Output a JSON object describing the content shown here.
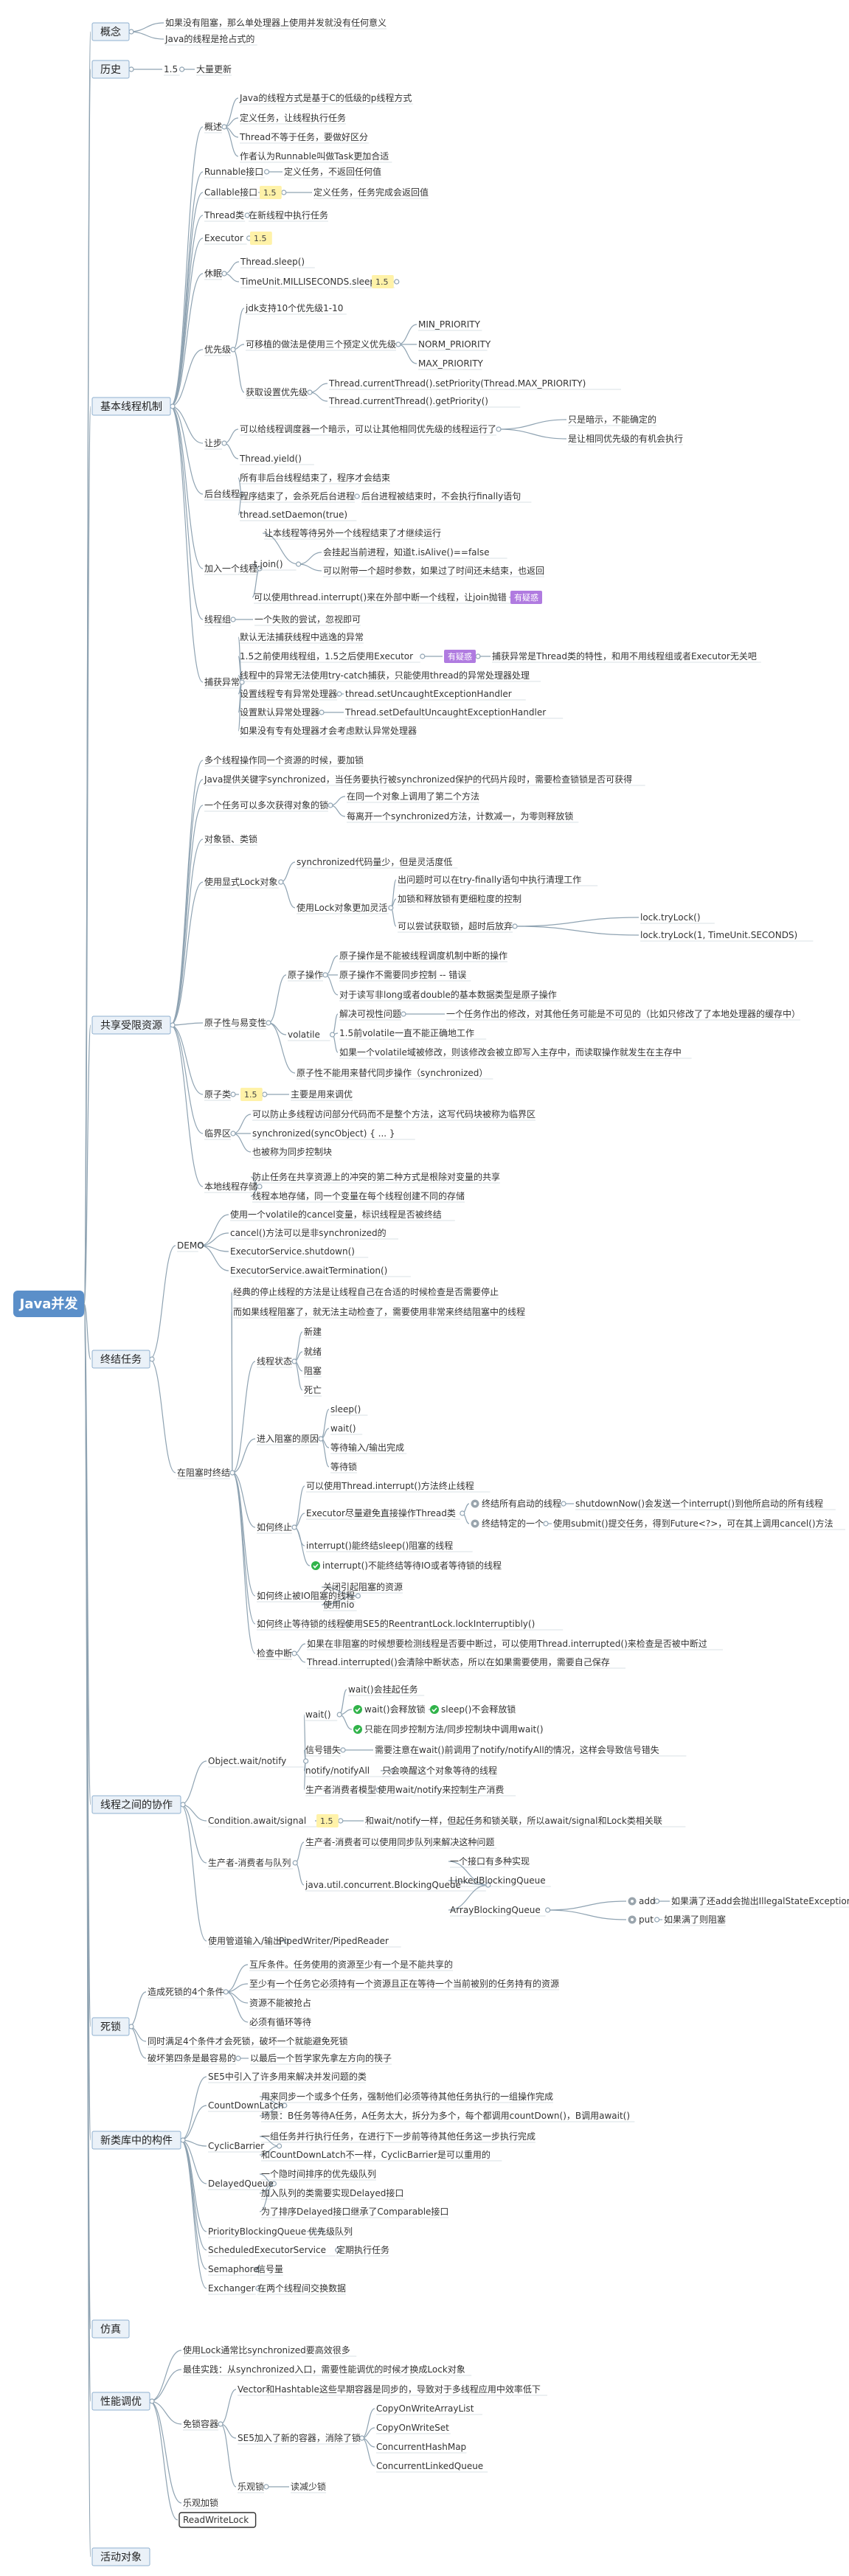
{
  "root": "Java并发",
  "nodes": [
    {
      "id": "n0",
      "text": "概念",
      "parent": null,
      "kind": "category"
    },
    {
      "id": "n1",
      "text": "如果没有阻塞，那么单处理器上使用并发就没有任何意义",
      "parent": "n0"
    },
    {
      "id": "n2",
      "text": "Java的线程是抢占式的",
      "parent": "n0"
    },
    {
      "id": "n3",
      "text": "历史",
      "parent": null,
      "kind": "category"
    },
    {
      "id": "n4",
      "text": "1.5",
      "parent": "n3"
    },
    {
      "id": "n5",
      "text": "大量更新",
      "parent": "n4"
    },
    {
      "id": "n6",
      "text": "基本线程机制",
      "parent": null,
      "kind": "category"
    },
    {
      "id": "n7",
      "text": "概述",
      "parent": "n6"
    },
    {
      "id": "n8",
      "text": "Java的线程方式是基于C的低级的p线程方式",
      "parent": "n7"
    },
    {
      "id": "n9",
      "text": "定义任务，让线程执行任务",
      "parent": "n7"
    },
    {
      "id": "n10",
      "text": "Thread不等于任务，要做好区分",
      "parent": "n7"
    },
    {
      "id": "n11",
      "text": "作者认为Runnable叫做Task更加合适",
      "parent": "n7"
    },
    {
      "id": "n12",
      "text": "Runnable接口",
      "parent": "n6"
    },
    {
      "id": "n13",
      "text": "定义任务，不返回任何值",
      "parent": "n12"
    },
    {
      "id": "n14",
      "text": "Callable接口",
      "parent": "n6"
    },
    {
      "id": "n15",
      "text": "1.5",
      "parent": "n14",
      "kind": "badge"
    },
    {
      "id": "n16",
      "text": "定义任务，任务完成会返回值",
      "parent": "n15"
    },
    {
      "id": "n17",
      "text": "Thread类",
      "parent": "n6"
    },
    {
      "id": "n18",
      "text": "在新线程中执行任务",
      "parent": "n17"
    },
    {
      "id": "n19",
      "text": "Executor",
      "parent": "n6"
    },
    {
      "id": "n20",
      "text": "1.5",
      "parent": "n19",
      "kind": "badge"
    },
    {
      "id": "n21",
      "text": "休眠",
      "parent": "n6"
    },
    {
      "id": "n22",
      "text": "Thread.sleep()",
      "parent": "n21"
    },
    {
      "id": "n23",
      "text": "TimeUnit.MILLISECONDS.sleep()",
      "parent": "n21"
    },
    {
      "id": "n24",
      "text": "1.5",
      "parent": "n23",
      "kind": "badge"
    },
    {
      "id": "n25",
      "text": "优先级",
      "parent": "n6"
    },
    {
      "id": "n26",
      "text": "jdk支持10个优先级1-10",
      "parent": "n25"
    },
    {
      "id": "n27",
      "text": "可移植的做法是使用三个预定义优先级",
      "parent": "n25"
    },
    {
      "id": "n28",
      "text": "MIN_PRIORITY",
      "parent": "n27"
    },
    {
      "id": "n29",
      "text": "NORM_PRIORITY",
      "parent": "n27"
    },
    {
      "id": "n30",
      "text": "MAX_PRIORITY",
      "parent": "n27"
    },
    {
      "id": "n31",
      "text": "获取设置优先级",
      "parent": "n25"
    },
    {
      "id": "n32",
      "text": "Thread.currentThread().setPriority(Thread.MAX_PRIORITY)",
      "parent": "n31"
    },
    {
      "id": "n33",
      "text": "Thread.currentThread().getPriority()",
      "parent": "n31"
    },
    {
      "id": "n34",
      "text": "让步",
      "parent": "n6"
    },
    {
      "id": "n35",
      "text": "可以给线程调度器一个暗示，可以让其他相同优先级的线程运行了",
      "parent": "n34"
    },
    {
      "id": "n36",
      "text": "只是暗示，不能确定的",
      "parent": "n35"
    },
    {
      "id": "n37",
      "text": "是让相同优先级的有机会执行",
      "parent": "n35"
    },
    {
      "id": "n38",
      "text": "Thread.yield()",
      "parent": "n34"
    },
    {
      "id": "n39",
      "text": "后台线程",
      "parent": "n6"
    },
    {
      "id": "n40",
      "text": "所有非后台线程结束了，程序才会结束",
      "parent": "n39"
    },
    {
      "id": "n41",
      "text": "程序结束了，会杀死后台进程",
      "parent": "n39"
    },
    {
      "id": "n42",
      "text": "后台进程被结束时，不会执行finally语句",
      "parent": "n41"
    },
    {
      "id": "n43",
      "text": "thread.setDaemon(true)",
      "parent": "n39"
    },
    {
      "id": "n44",
      "text": "加入一个线程",
      "parent": "n6"
    },
    {
      "id": "n45",
      "text": "t.join()",
      "parent": "n44"
    },
    {
      "id": "n46",
      "text": "让本线程等待另外一个线程结束了才继续运行",
      "parent": "n45"
    },
    {
      "id": "n47",
      "text": "会挂起当前进程，知道t.isAlive()==false",
      "parent": "n45"
    },
    {
      "id": "n48",
      "text": "可以附带一个超时参数，如果过了时间还未结束，也返回",
      "parent": "n45"
    },
    {
      "id": "n49",
      "text": "可以使用thread.interrupt()来在外部中断一个线程，让join抛错",
      "parent": "n44"
    },
    {
      "id": "n50",
      "text": "有疑惑",
      "parent": "n49",
      "kind": "tag"
    },
    {
      "id": "n51",
      "text": "线程组",
      "parent": "n6"
    },
    {
      "id": "n52",
      "text": "一个失败的尝试，忽视即可",
      "parent": "n51"
    },
    {
      "id": "n53",
      "text": "捕获异常",
      "parent": "n6"
    },
    {
      "id": "n54",
      "text": "默认无法捕获线程中逃逸的异常",
      "parent": "n53"
    },
    {
      "id": "n55",
      "text": "1.5之前使用线程组，1.5之后使用Executor",
      "parent": "n53"
    },
    {
      "id": "n56",
      "text": "有疑惑",
      "parent": "n55",
      "kind": "tag"
    },
    {
      "id": "n57",
      "text": "捕获异常是Thread类的特性，和用不用线程组或者Executor无关吧",
      "parent": "n56"
    },
    {
      "id": "n58",
      "text": "线程中的异常无法使用try-catch捕获，只能使用thread的异常处理器处理",
      "parent": "n53"
    },
    {
      "id": "n59",
      "text": "设置线程专有异常处理器",
      "parent": "n53"
    },
    {
      "id": "n60",
      "text": "thread.setUncaughtExceptionHandler",
      "parent": "n59"
    },
    {
      "id": "n61",
      "text": "设置默认异常处理器",
      "parent": "n53"
    },
    {
      "id": "n62",
      "text": "Thread.setDefaultUncaughtExceptionHandler",
      "parent": "n61"
    },
    {
      "id": "n63",
      "text": "如果没有专有处理器才会考虑默认异常处理器",
      "parent": "n53"
    },
    {
      "id": "n64",
      "text": "共享受限资源",
      "parent": null,
      "kind": "category"
    },
    {
      "id": "n65",
      "text": "多个线程操作同一个资源的时候，要加锁",
      "parent": "n64"
    },
    {
      "id": "n66",
      "text": "Java提供关键字synchronized，当任务要执行被synchronized保护的代码片段时，需要检查锁锁是否可获得",
      "parent": "n64"
    },
    {
      "id": "n67",
      "text": "一个任务可以多次获得对象的锁",
      "parent": "n64"
    },
    {
      "id": "n68",
      "text": "在同一个对象上调用了第二个方法",
      "parent": "n67"
    },
    {
      "id": "n69",
      "text": "每离开一个synchronized方法，计数减一，为零则释放锁",
      "parent": "n67"
    },
    {
      "id": "n70",
      "text": "对象锁、类锁",
      "parent": "n64"
    },
    {
      "id": "n71",
      "text": "使用显式Lock对象",
      "parent": "n64"
    },
    {
      "id": "n72",
      "text": "synchronized代码量少，但是灵活度低",
      "parent": "n71"
    },
    {
      "id": "n73",
      "text": "使用Lock对象更加灵活",
      "parent": "n71"
    },
    {
      "id": "n74",
      "text": "出问题时可以在try-finally语句中执行清理工作",
      "parent": "n73"
    },
    {
      "id": "n75",
      "text": "加锁和释放锁有更细粒度的控制",
      "parent": "n73"
    },
    {
      "id": "n76",
      "text": "可以尝试获取锁，超时后放弃",
      "parent": "n73"
    },
    {
      "id": "n77",
      "text": "lock.tryLock()",
      "parent": "n76"
    },
    {
      "id": "n78",
      "text": "lock.tryLock(1, TimeUnit.SECONDS)",
      "parent": "n76"
    },
    {
      "id": "n79",
      "text": "原子性与易变性",
      "parent": "n64"
    },
    {
      "id": "n80",
      "text": "原子操作",
      "parent": "n79"
    },
    {
      "id": "n81",
      "text": "原子操作是不能被线程调度机制中断的操作",
      "parent": "n80"
    },
    {
      "id": "n82",
      "text": "原子操作不需要同步控制 -- 错误",
      "parent": "n80"
    },
    {
      "id": "n83",
      "text": "对于读写非long或者double的基本数据类型是原子操作",
      "parent": "n80"
    },
    {
      "id": "n84",
      "text": "volatile",
      "parent": "n79"
    },
    {
      "id": "n85",
      "text": "解决可视性问题",
      "parent": "n84"
    },
    {
      "id": "n86",
      "text": "一个任务作出的修改，对其他任务可能是不可见的（比如只修改了了本地处理器的缓存中）",
      "parent": "n85"
    },
    {
      "id": "n87",
      "text": "1.5前volatile一直不能正确地工作",
      "parent": "n84"
    },
    {
      "id": "n88",
      "text": "如果一个volatile域被修改，则该修改会被立即写入主存中，而读取操作就发生在主存中",
      "parent": "n84"
    },
    {
      "id": "n89",
      "text": "原子性不能用来替代同步操作（synchronized）",
      "parent": "n79"
    },
    {
      "id": "n90",
      "text": "原子类",
      "parent": "n64"
    },
    {
      "id": "n91",
      "text": "1.5",
      "parent": "n90",
      "kind": "badge"
    },
    {
      "id": "n92",
      "text": "主要是用来调优",
      "parent": "n91"
    },
    {
      "id": "n93",
      "text": "临界区",
      "parent": "n64"
    },
    {
      "id": "n94",
      "text": "可以防止多线程访问部分代码而不是整个方法，这写代码块被称为临界区",
      "parent": "n93"
    },
    {
      "id": "n95",
      "text": "synchronized(syncObject) { ... }",
      "parent": "n93"
    },
    {
      "id": "n96",
      "text": "也被称为同步控制块",
      "parent": "n93"
    },
    {
      "id": "n97",
      "text": "本地线程存储",
      "parent": "n64"
    },
    {
      "id": "n98",
      "text": "防止任务在共享资源上的冲突的第二种方式是根除对变量的共享",
      "parent": "n97"
    },
    {
      "id": "n99",
      "text": "线程本地存储，同一个变量在每个线程创建不同的存储",
      "parent": "n97"
    },
    {
      "id": "n100",
      "text": "终结任务",
      "parent": null,
      "kind": "category"
    },
    {
      "id": "n101",
      "text": "DEMO",
      "parent": "n100"
    },
    {
      "id": "n102",
      "text": "使用一个volatile的cancel变量，标识线程是否被终结",
      "parent": "n101"
    },
    {
      "id": "n103",
      "text": "cancel()方法可以是非synchronized的",
      "parent": "n101"
    },
    {
      "id": "n104",
      "text": "ExecutorService.shutdown()",
      "parent": "n101"
    },
    {
      "id": "n105",
      "text": "ExecutorService.awaitTermination()",
      "parent": "n101"
    },
    {
      "id": "n106",
      "text": "在阻塞时终结",
      "parent": "n100"
    },
    {
      "id": "n107",
      "text": "经典的停止线程的方法是让线程自己在合适的时候检查是否需要停止",
      "parent": "n106"
    },
    {
      "id": "n108",
      "text": "而如果线程阻塞了，就无法主动检查了，需要使用非常来终结阻塞中的线程",
      "parent": "n106"
    },
    {
      "id": "n109",
      "text": "线程状态",
      "parent": "n106"
    },
    {
      "id": "n110",
      "text": "新建",
      "parent": "n109"
    },
    {
      "id": "n111",
      "text": "就绪",
      "parent": "n109"
    },
    {
      "id": "n112",
      "text": "阻塞",
      "parent": "n109"
    },
    {
      "id": "n113",
      "text": "死亡",
      "parent": "n109"
    },
    {
      "id": "n114",
      "text": "进入阻塞的原因",
      "parent": "n106"
    },
    {
      "id": "n115",
      "text": "sleep()",
      "parent": "n114"
    },
    {
      "id": "n116",
      "text": "wait()",
      "parent": "n114"
    },
    {
      "id": "n117",
      "text": "等待输入/输出完成",
      "parent": "n114"
    },
    {
      "id": "n118",
      "text": "等待锁",
      "parent": "n114"
    },
    {
      "id": "n119",
      "text": "如何终止",
      "parent": "n106"
    },
    {
      "id": "n120",
      "text": "可以使用Thread.interrupt()方法终止线程",
      "parent": "n119"
    },
    {
      "id": "n121",
      "text": "Executor尽量避免直接操作Thread类",
      "parent": "n119"
    },
    {
      "id": "n122",
      "text": "终结所有启动的线程",
      "parent": "n121",
      "kind": "bullet"
    },
    {
      "id": "n123",
      "text": "shutdownNow()会发送一个interrupt()到他所启动的所有线程",
      "parent": "n122"
    },
    {
      "id": "n124",
      "text": "终结特定的一个",
      "parent": "n121",
      "kind": "bullet"
    },
    {
      "id": "n125",
      "text": "使用submit()提交任务，得到Future<?>，可在其上调用cancel()方法",
      "parent": "n124"
    },
    {
      "id": "n126",
      "text": "interrupt()能终结sleep()阻塞的线程",
      "parent": "n119"
    },
    {
      "id": "n127",
      "text": "interrupt()不能终结等待IO或者等待锁的线程",
      "parent": "n119",
      "kind": "check"
    },
    {
      "id": "n128",
      "text": "如何终止被IO阻塞的线程",
      "parent": "n106"
    },
    {
      "id": "n129",
      "text": "关闭引起阻塞的资源",
      "parent": "n128"
    },
    {
      "id": "n130",
      "text": "使用nio",
      "parent": "n128"
    },
    {
      "id": "n131",
      "text": "如何终止等待锁的线程",
      "parent": "n106"
    },
    {
      "id": "n132",
      "text": "使用SE5的ReentrantLock.lockInterruptibly()",
      "parent": "n131"
    },
    {
      "id": "n133",
      "text": "检查中断",
      "parent": "n106"
    },
    {
      "id": "n134",
      "text": "如果在非阻塞的时候想要检测线程是否要中断过，可以使用Thread.interrupted()来检查是否被中断过",
      "parent": "n133"
    },
    {
      "id": "n135",
      "text": "Thread.interrupted()会清除中断状态，所以在如果需要使用，需要自己保存",
      "parent": "n133"
    },
    {
      "id": "n136",
      "text": "线程之间的协作",
      "parent": null,
      "kind": "category"
    },
    {
      "id": "n137",
      "text": "Object.wait/notify",
      "parent": "n136"
    },
    {
      "id": "n138",
      "text": "wait()",
      "parent": "n137"
    },
    {
      "id": "n139",
      "text": "wait()会挂起任务",
      "parent": "n138"
    },
    {
      "id": "n140",
      "text": "wait()会释放锁",
      "parent": "n138",
      "kind": "check"
    },
    {
      "id": "n141",
      "text": "sleep()不会释放锁",
      "parent": "n140",
      "kind": "check"
    },
    {
      "id": "n142",
      "text": "只能在同步控制方法/同步控制块中调用wait()",
      "parent": "n138",
      "kind": "check"
    },
    {
      "id": "n143",
      "text": "信号错失",
      "parent": "n137"
    },
    {
      "id": "n144",
      "text": "需要注意在wait()前调用了notify/notifyAll的情况，这样会导致信号错失",
      "parent": "n143"
    },
    {
      "id": "n145",
      "text": "notify/notifyAll",
      "parent": "n137"
    },
    {
      "id": "n146",
      "text": "只会唤醒这个对象等待的线程",
      "parent": "n145"
    },
    {
      "id": "n147",
      "text": "生产者消费者模型",
      "parent": "n137"
    },
    {
      "id": "n148",
      "text": "使用wait/notify来控制生产消费",
      "parent": "n147"
    },
    {
      "id": "n149",
      "text": "Condition.await/signal",
      "parent": "n136"
    },
    {
      "id": "n150",
      "text": "1.5",
      "parent": "n149",
      "kind": "badge"
    },
    {
      "id": "n151",
      "text": "和wait/notify一样，但起任务和锁关联，所以await/signal和Lock类相关联",
      "parent": "n150"
    },
    {
      "id": "n152",
      "text": "生产者-消费者与队列",
      "parent": "n136"
    },
    {
      "id": "n153",
      "text": "生产者-消费者可以使用同步队列来解决这种问题",
      "parent": "n152"
    },
    {
      "id": "n154",
      "text": "java.util.concurrent.BlockingQueue",
      "parent": "n152"
    },
    {
      "id": "n155",
      "text": "一个接口有多种实现",
      "parent": "n154"
    },
    {
      "id": "n156",
      "text": "LinkedBlockingQueue",
      "parent": "n154"
    },
    {
      "id": "n157",
      "text": "ArrayBlockingQueue",
      "parent": "n154"
    },
    {
      "id": "n158",
      "text": "add",
      "parent": "n157",
      "kind": "bullet"
    },
    {
      "id": "n159",
      "text": "如果满了还add会抛出IllegalStateException",
      "parent": "n158"
    },
    {
      "id": "n160",
      "text": "put",
      "parent": "n157",
      "kind": "bullet"
    },
    {
      "id": "n161",
      "text": "如果满了则阻塞",
      "parent": "n160"
    },
    {
      "id": "n162",
      "text": "使用管道输入/输出",
      "parent": "n136"
    },
    {
      "id": "n163",
      "text": "PipedWriter/PipedReader",
      "parent": "n162"
    },
    {
      "id": "n164",
      "text": "死锁",
      "parent": null,
      "kind": "category"
    },
    {
      "id": "n165",
      "text": "造成死锁的4个条件",
      "parent": "n164"
    },
    {
      "id": "n166",
      "text": "互斥条件。任务使用的资源至少有一个是不能共享的",
      "parent": "n165"
    },
    {
      "id": "n167",
      "text": "至少有一个任务它必须持有一个资源且正在等待一个当前被别的任务持有的资源",
      "parent": "n165"
    },
    {
      "id": "n168",
      "text": "资源不能被抢占",
      "parent": "n165"
    },
    {
      "id": "n169",
      "text": "必须有循环等待",
      "parent": "n165"
    },
    {
      "id": "n170",
      "text": "同时满足4个条件才会死锁，破坏一个就能避免死锁",
      "parent": "n164"
    },
    {
      "id": "n171",
      "text": "破坏第四条是最容易的",
      "parent": "n164"
    },
    {
      "id": "n172",
      "text": "以最后一个哲学家先拿左方向的筷子",
      "parent": "n171"
    },
    {
      "id": "n173",
      "text": "新类库中的构件",
      "parent": null,
      "kind": "category"
    },
    {
      "id": "n174",
      "text": "SE5中引入了许多用来解决并发问题的类",
      "parent": "n173"
    },
    {
      "id": "n175",
      "text": "CountDownLatch",
      "parent": "n173"
    },
    {
      "id": "n176",
      "text": "用来同步一个或多个任务，强制他们必须等待其他任务执行的一组操作完成",
      "parent": "n175"
    },
    {
      "id": "n177",
      "text": "场景：B任务等待A任务，A任务太大，拆分为多个，每个都调用countDown()，B调用await()",
      "parent": "n175"
    },
    {
      "id": "n178",
      "text": "CyclicBarrier",
      "parent": "n173"
    },
    {
      "id": "n179",
      "text": "一组任务并行执行任务，在进行下一步前等待其他任务这一步执行完成",
      "parent": "n178"
    },
    {
      "id": "n180",
      "text": "和CountDownLatch不一样，CyclicBarrier是可以重用的",
      "parent": "n178"
    },
    {
      "id": "n181",
      "text": "DelayedQueue",
      "parent": "n173"
    },
    {
      "id": "n182",
      "text": "一个隐时间排序的优先级队列",
      "parent": "n181"
    },
    {
      "id": "n183",
      "text": "加入队列的类需要实现Delayed接口",
      "parent": "n181"
    },
    {
      "id": "n184",
      "text": "为了排序Delayed接口继承了Comparable接口",
      "parent": "n181"
    },
    {
      "id": "n185",
      "text": "PriorityBlockingQueue",
      "parent": "n173"
    },
    {
      "id": "n186",
      "text": "优先级队列",
      "parent": "n185"
    },
    {
      "id": "n187",
      "text": "ScheduledExecutorService",
      "parent": "n173"
    },
    {
      "id": "n188",
      "text": "定期执行任务",
      "parent": "n187"
    },
    {
      "id": "n189",
      "text": "Semaphore",
      "parent": "n173"
    },
    {
      "id": "n190",
      "text": "信号量",
      "parent": "n189"
    },
    {
      "id": "n191",
      "text": "Exchanger",
      "parent": "n173"
    },
    {
      "id": "n192",
      "text": "在两个线程间交换数据",
      "parent": "n191"
    },
    {
      "id": "n193",
      "text": "仿真",
      "parent": null,
      "kind": "category"
    },
    {
      "id": "n194",
      "text": "性能调优",
      "parent": null,
      "kind": "category"
    },
    {
      "id": "n195",
      "text": "使用Lock通常比synchronized要高效很多",
      "parent": "n194"
    },
    {
      "id": "n196",
      "text": "最佳实践：从synchronized入口，需要性能调优的时候才换成Lock对象",
      "parent": "n194"
    },
    {
      "id": "n197",
      "text": "免锁容器",
      "parent": "n194"
    },
    {
      "id": "n198",
      "text": "Vector和Hashtable这些早期容器是同步的，导致对于多线程应用中效率低下",
      "parent": "n197"
    },
    {
      "id": "n199",
      "text": "SE5加入了新的容器，消除了锁",
      "parent": "n197"
    },
    {
      "id": "n200",
      "text": "CopyOnWriteArrayList",
      "parent": "n199"
    },
    {
      "id": "n201",
      "text": "CopyOnWriteSet",
      "parent": "n199"
    },
    {
      "id": "n202",
      "text": "ConcurrentHashMap",
      "parent": "n199"
    },
    {
      "id": "n203",
      "text": "ConcurrentLinkedQueue",
      "parent": "n199"
    },
    {
      "id": "n204",
      "text": "乐观锁",
      "parent": "n197"
    },
    {
      "id": "n205",
      "text": "读减少锁",
      "parent": "n204"
    },
    {
      "id": "n206",
      "text": "乐观加锁",
      "parent": "n194"
    },
    {
      "id": "n207",
      "text": "ReadWriteLock",
      "parent": "n194",
      "kind": "boxed"
    },
    {
      "id": "n208",
      "text": "活动对象",
      "parent": null,
      "kind": "category"
    }
  ],
  "colors": {
    "root_fill": "#5b8fc9",
    "root_text": "#ffffff",
    "category_fill": "#eaf1f8",
    "category_stroke": "#8fb0cf",
    "connector": "#8fa3b2",
    "badge_fill": "#fff2a8",
    "tag_fill": "#b07be0",
    "check_fill": "#31b34a",
    "bullet_fill": "#9aa5ad"
  }
}
